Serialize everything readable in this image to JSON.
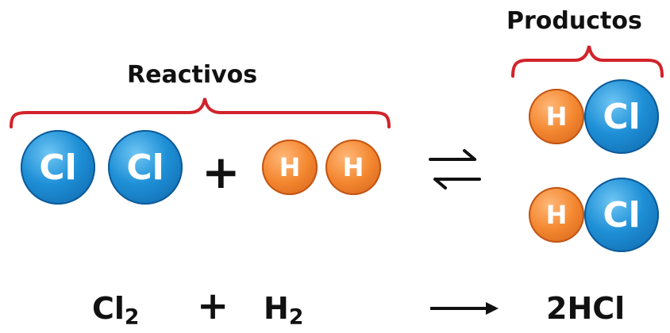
{
  "labels": {
    "reactants": "Reactivos",
    "products": "Productos"
  },
  "molecules": {
    "cl2": [
      "Cl",
      "Cl"
    ],
    "h2": [
      "H",
      "H"
    ],
    "plus": "+",
    "hcl_1": [
      "H",
      "Cl"
    ],
    "hcl_2": [
      "H",
      "Cl"
    ]
  },
  "equation": {
    "cl": "Cl",
    "cl_sub": "2",
    "plus": "+",
    "h": "H",
    "h_sub": "2",
    "product": "2HCl"
  },
  "colors": {
    "bracket": "#d2232a",
    "chlorine": "#1e8fd6",
    "hydrogen": "#f3862f",
    "text": "#111111"
  }
}
